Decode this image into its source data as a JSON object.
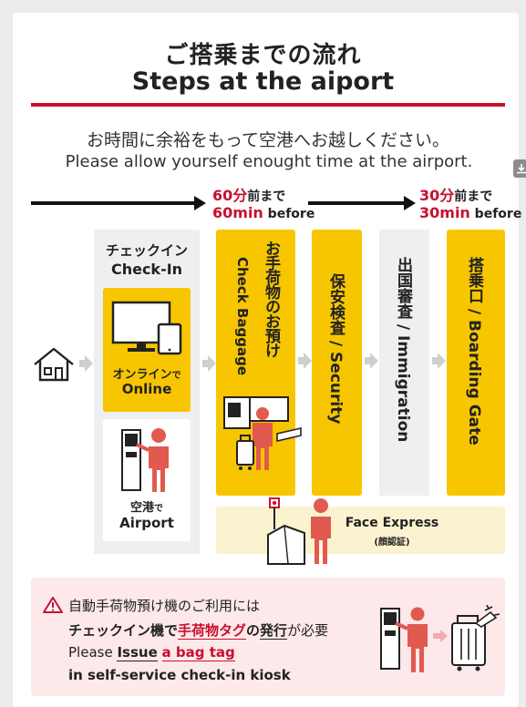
{
  "header": {
    "title_ja": "ご搭乗までの流れ",
    "title_en": "Steps at the aiport",
    "intro_ja": "お時間に余裕をもって空港へお越しください。",
    "intro_en": "Please allow yourself enought time at the airport."
  },
  "timeline": {
    "mark1": {
      "ja_num": "60分",
      "ja_suffix": "前まで",
      "en_num": "60min",
      "en_suffix": " before"
    },
    "mark2": {
      "ja_num": "30分",
      "ja_suffix": "前まで",
      "en_num": "30min",
      "en_suffix": " before"
    }
  },
  "steps": {
    "checkin": {
      "title_ja": "チェックイン",
      "title_en": "Check-In"
    },
    "online": {
      "ja_main": "オンライン",
      "ja_suffix": "で",
      "en": "Online"
    },
    "airport": {
      "ja_main": "空港",
      "ja_suffix": "で",
      "en": "Airport"
    },
    "baggage": {
      "ja": "お手荷物のお預け",
      "en": "Check Baggage"
    },
    "security": {
      "label": "保安検査 / Security"
    },
    "immigration": {
      "label": "出国審査 / Immigration"
    },
    "boarding": {
      "label": "搭乗口 / Boarding Gate"
    },
    "face_express": {
      "en": "Face Express",
      "ja": "(顔認証)"
    }
  },
  "notice": {
    "line1": "自動手荷物預け機のご利用には",
    "line2_a": "チェックイン機で",
    "line2_b": "手荷物タグ",
    "line2_c": "の",
    "line2_d": "発行",
    "line2_e": "が必要",
    "line3_a": "Please ",
    "line3_b": "Issue",
    "line3_c": " ",
    "line3_d": "a bag tag",
    "line4": "in self-service check-in kiosk"
  },
  "colors": {
    "accent_red": "#c8102e",
    "step_yellow": "#f7c600",
    "panel_gray": "#efefef",
    "face_panel": "#fbf2d0",
    "notice_pink": "#fde8ea",
    "person_red": "#e05a4f"
  },
  "icons": {
    "house": "house-icon",
    "monitor": "monitor-icon",
    "kiosk": "kiosk-icon",
    "person": "person-icon",
    "luggage": "luggage-icon",
    "bag_drop": "bag-drop-machine-icon",
    "face_camera": "face-camera-icon",
    "warning": "warning-icon",
    "download": "download-icon"
  }
}
